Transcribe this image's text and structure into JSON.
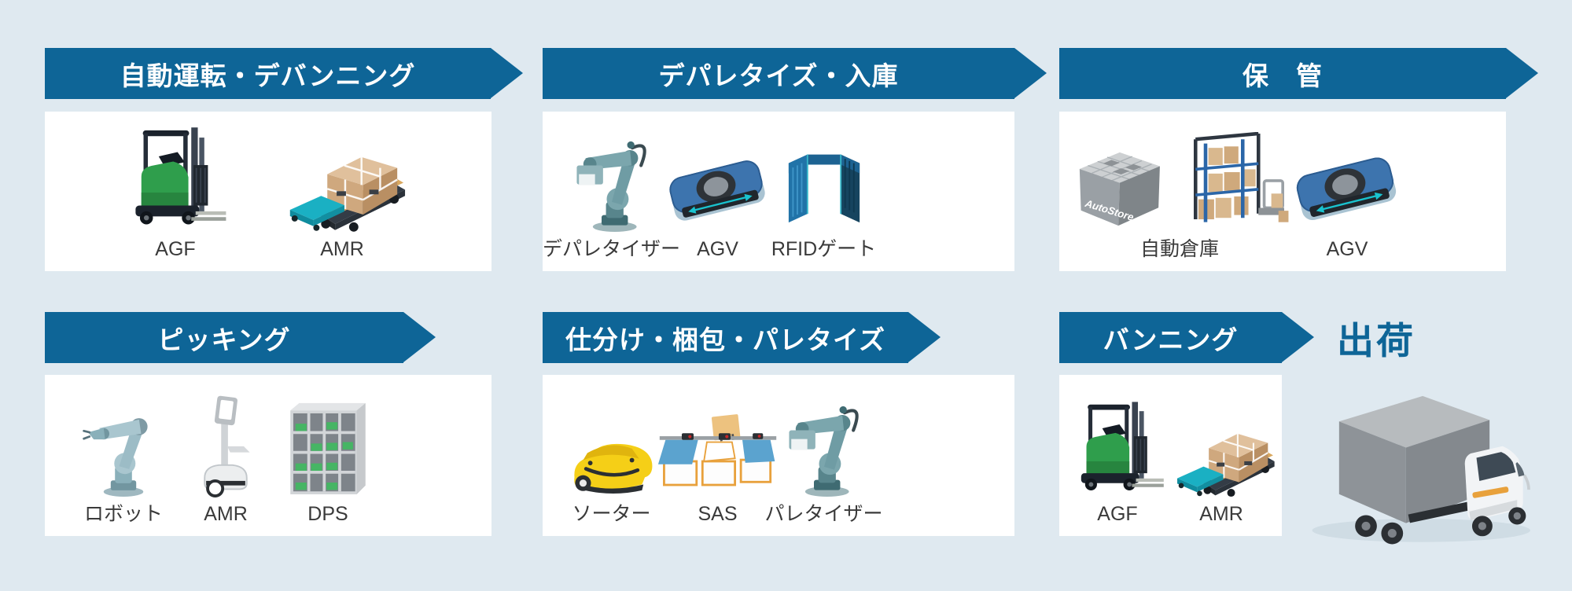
{
  "palette": {
    "background": "#dfe9f0",
    "arrow_blue": "#0e6597",
    "box_white": "#ffffff",
    "label_text": "#3a3a3a",
    "shipping_text": "#0e6597"
  },
  "stages": [
    {
      "id": "devanning",
      "header": "自動運転・デバンニング",
      "items": [
        {
          "label": "AGF",
          "icon": "agf-forklift-icon"
        },
        {
          "label": "AMR",
          "icon": "amr-pallet-icon"
        }
      ]
    },
    {
      "id": "depalletize-inbound",
      "header": "デパレタイズ・入庫",
      "items": [
        {
          "label": "デパレタイザー",
          "icon": "depalletizer-icon"
        },
        {
          "label": "AGV",
          "icon": "agv-icon"
        },
        {
          "label": "RFIDゲート",
          "icon": "rfid-gate-icon"
        }
      ]
    },
    {
      "id": "storage",
      "header": "保　管",
      "items": [
        {
          "label": "自動倉庫",
          "icon": "autostore-rack-icon"
        },
        {
          "label": "AGV",
          "icon": "agv-icon"
        }
      ]
    },
    {
      "id": "picking",
      "header": "ピッキング",
      "items": [
        {
          "label": "ロボット",
          "icon": "robot-arm-icon"
        },
        {
          "label": "AMR",
          "icon": "amr-tower-icon"
        },
        {
          "label": "DPS",
          "icon": "dps-shelf-icon"
        }
      ]
    },
    {
      "id": "sort-pack-palletize",
      "header": "仕分け・梱包・パレタイズ",
      "items": [
        {
          "label": "ソーター",
          "icon": "sorter-icon"
        },
        {
          "label": "SAS",
          "icon": "sas-icon"
        },
        {
          "label": "パレタイザー",
          "icon": "palletizer-icon"
        }
      ]
    },
    {
      "id": "vanning",
      "header": "バンニング",
      "items": [
        {
          "label": "AGF",
          "icon": "agf-forklift-icon"
        },
        {
          "label": "AMR",
          "icon": "amr-pallet-icon"
        }
      ]
    }
  ],
  "shipping": {
    "label": "出荷",
    "icon": "truck-icon"
  },
  "autostore_text": "AutoStore"
}
